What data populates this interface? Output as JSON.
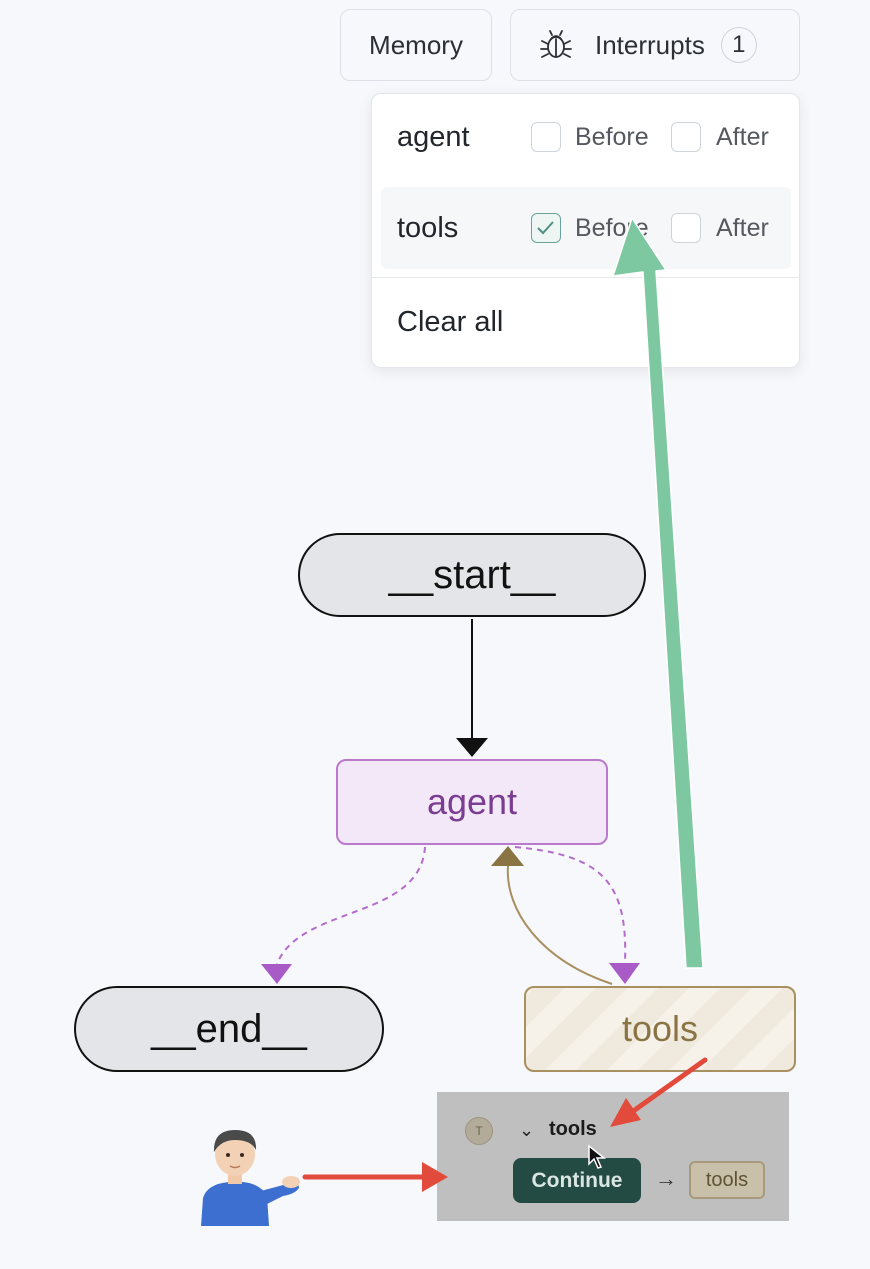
{
  "toolbar": {
    "memory_label": "Memory",
    "interrupts_label": "Interrupts",
    "interrupts_count": "1",
    "interrupts_icon": "bug-icon"
  },
  "interrupts_menu": {
    "rows": [
      {
        "node": "agent",
        "before_label": "Before",
        "after_label": "After",
        "before_checked": false,
        "after_checked": false
      },
      {
        "node": "tools",
        "before_label": "Before",
        "after_label": "After",
        "before_checked": true,
        "after_checked": false
      }
    ],
    "clear_all_label": "Clear all"
  },
  "graph": {
    "nodes": {
      "start": "__start__",
      "agent": "agent",
      "end": "__end__",
      "tools": "tools"
    },
    "colors": {
      "agent_border": "#b979cc",
      "agent_fill": "#f2e8f7",
      "tools_border": "#a89060",
      "conditional_edge": "#b46ccc",
      "return_edge": "#a89060",
      "highlight_arrow": "#7dc8a0",
      "callout_arrow": "#e24a3b"
    }
  },
  "interrupt_panel": {
    "avatar_letter": "T",
    "node_title": "tools",
    "continue_label": "Continue",
    "arrow_glyph": "→",
    "next_node_chip": "tools"
  }
}
